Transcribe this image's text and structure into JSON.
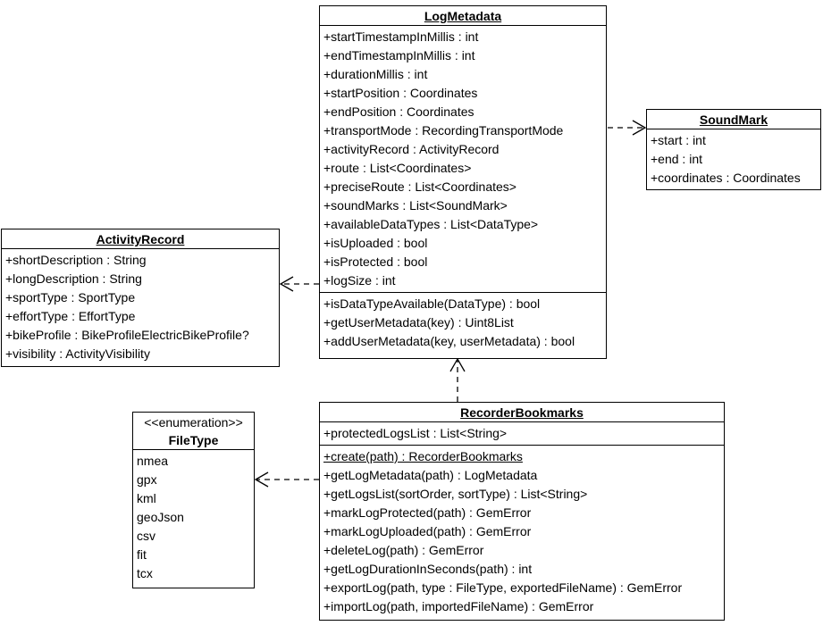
{
  "classes": {
    "log_metadata": {
      "name": "LogMetadata",
      "attributes": [
        "+startTimestampInMillis : int",
        "+endTimestampInMillis : int",
        "+durationMillis : int",
        "+startPosition : Coordinates",
        "+endPosition : Coordinates",
        "+transportMode : RecordingTransportMode",
        "+activityRecord : ActivityRecord",
        "+route : List<Coordinates>",
        "+preciseRoute : List<Coordinates>",
        "+soundMarks : List<SoundMark>",
        "+availableDataTypes : List<DataType>",
        "+isUploaded : bool",
        "+isProtected : bool",
        "+logSize : int"
      ],
      "methods": [
        "+isDataTypeAvailable(DataType) : bool",
        "+getUserMetadata(key) : Uint8List",
        "+addUserMetadata(key, userMetadata) : bool"
      ]
    },
    "sound_mark": {
      "name": "SoundMark",
      "attributes": [
        "+start : int",
        "+end : int",
        "+coordinates : Coordinates"
      ]
    },
    "activity_record": {
      "name": "ActivityRecord",
      "attributes": [
        "+shortDescription : String",
        "+longDescription : String",
        "+sportType : SportType",
        "+effortType : EffortType",
        "+bikeProfile : BikeProfileElectricBikeProfile?",
        "+visibility : ActivityVisibility"
      ]
    },
    "file_type": {
      "stereotype": "<<enumeration>>",
      "name": "FileType",
      "literals": [
        "nmea",
        "gpx",
        "kml",
        "geoJson",
        "csv",
        "fit",
        "tcx"
      ]
    },
    "recorder_bookmarks": {
      "name": "RecorderBookmarks",
      "attributes": [
        "+protectedLogsList : List<String>"
      ],
      "static_methods": [
        "+create(path) : RecorderBookmarks"
      ],
      "methods": [
        "+getLogMetadata(path) : LogMetadata",
        "+getLogsList(sortOrder, sortType) : List<String>",
        "+markLogProtected(path) : GemError",
        "+markLogUploaded(path) : GemError",
        "+deleteLog(path) : GemError",
        "+getLogDurationInSeconds(path) : int",
        "+exportLog(path, type : FileType, exportedFileName) : GemError",
        "+importLog(path, importedFileName) : GemError"
      ]
    }
  }
}
